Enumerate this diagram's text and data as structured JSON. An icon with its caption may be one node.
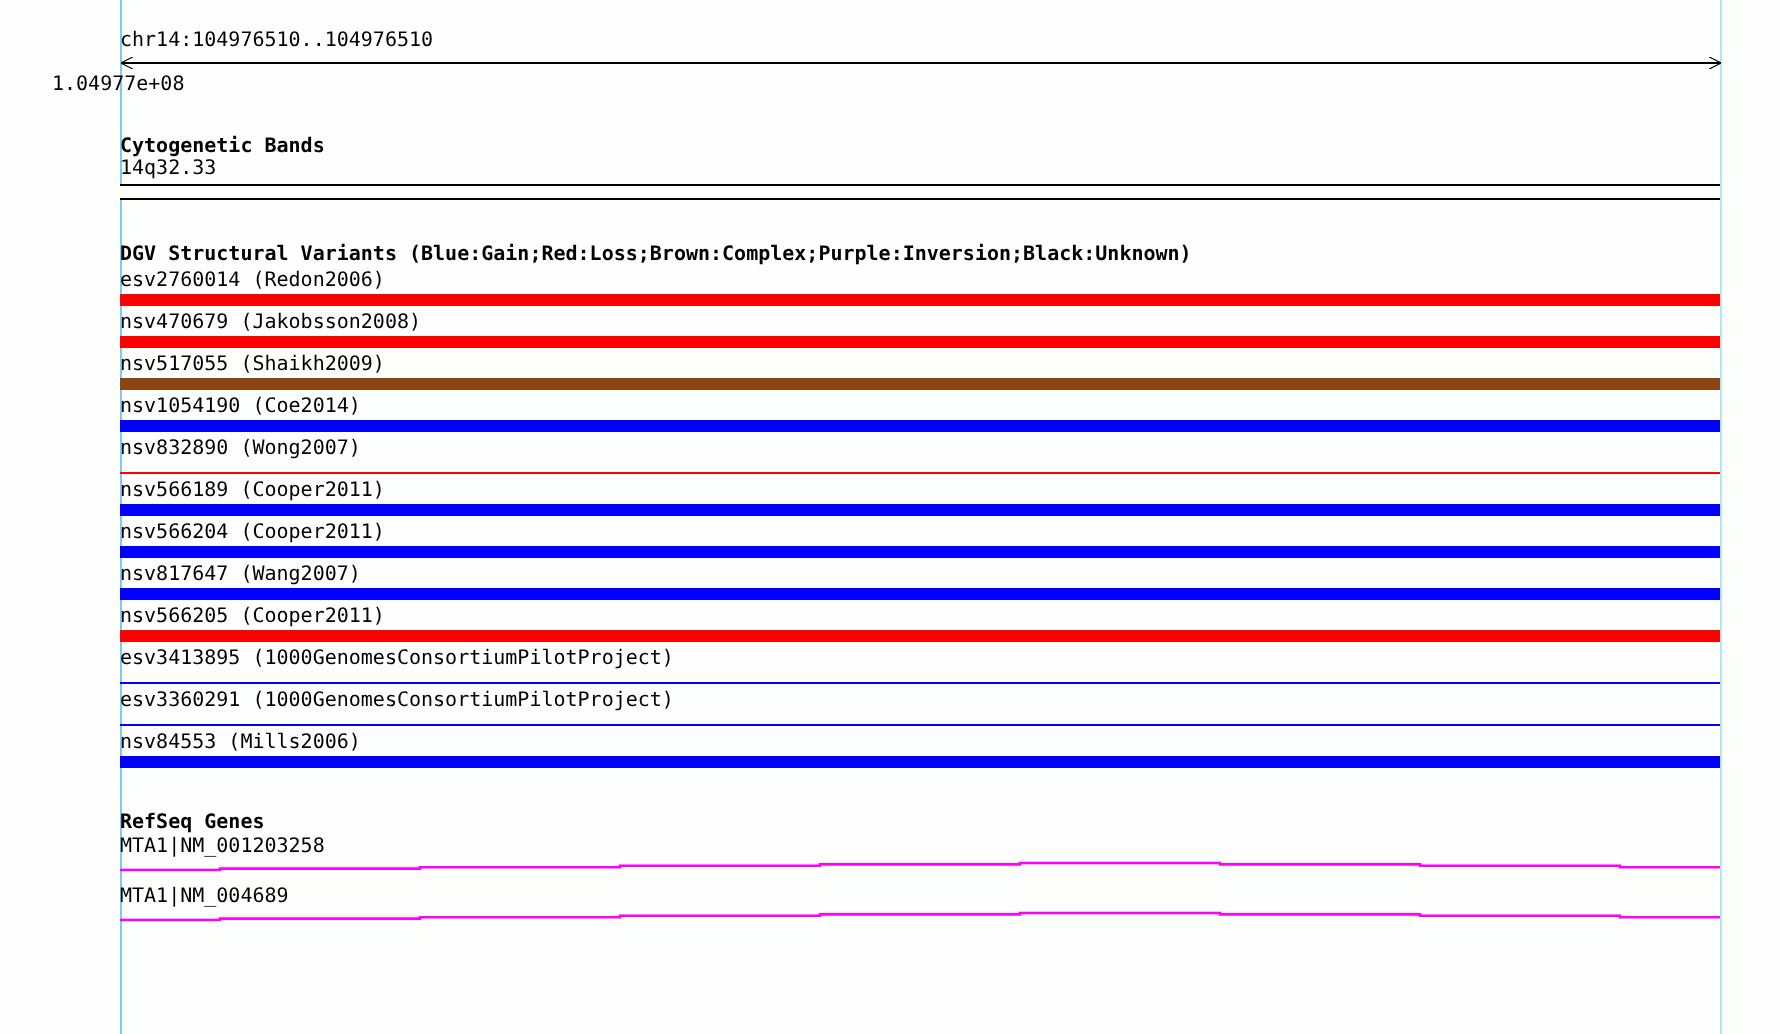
{
  "diagram": {
    "nodes": [
      {
        "text": [
          "14q32.33"
        ]
      },
      {
        "text": [
          "esv2760014 (Redon2006)"
        ]
      },
      {
        "text": [
          "nsv470679 (Jakobsson2008)"
        ]
      },
      {
        "text": [
          "nsv517055 (Shaikh2009)"
        ]
      },
      {
        "text": [
          "nsv1054190 (Coe2014)"
        ]
      },
      {
        "text": [
          "nsv832890 (Wong2007)"
        ]
      },
      {
        "text": [
          "nsv566189 (Cooper2011)"
        ]
      },
      {
        "text": [
          "nsv566204 (Cooper2011)"
        ]
      },
      {
        "text": [
          "nsv817647 (Wang2007)"
        ]
      },
      {
        "text": [
          "nsv566205 (Cooper2011)"
        ]
      },
      {
        "text": [
          "esv3413895 (1000GenomesConsortiumPilotProject)"
        ]
      },
      {
        "text": [
          "esv3360291 (1000GenomesConsortiumPilotProject)"
        ]
      },
      {
        "text": [
          "nsv84553 (Mills2006)"
        ]
      },
      {
        "text": [
          "MTA1|NM_001203258"
        ]
      },
      {
        "text": [
          "MTA1|NM_004689"
        ]
      }
    ],
    "edges": [],
    "labels": [
      "chr14:104976510..104976510",
      "1.04977e+08",
      "Cytogenetic Bands",
      "DGV Structural Variants (Blue:Gain;Red:Loss;Brown:Complex;Purple:Inversion;Black:Unknown)",
      "RefSeq Genes"
    ]
  }
}
